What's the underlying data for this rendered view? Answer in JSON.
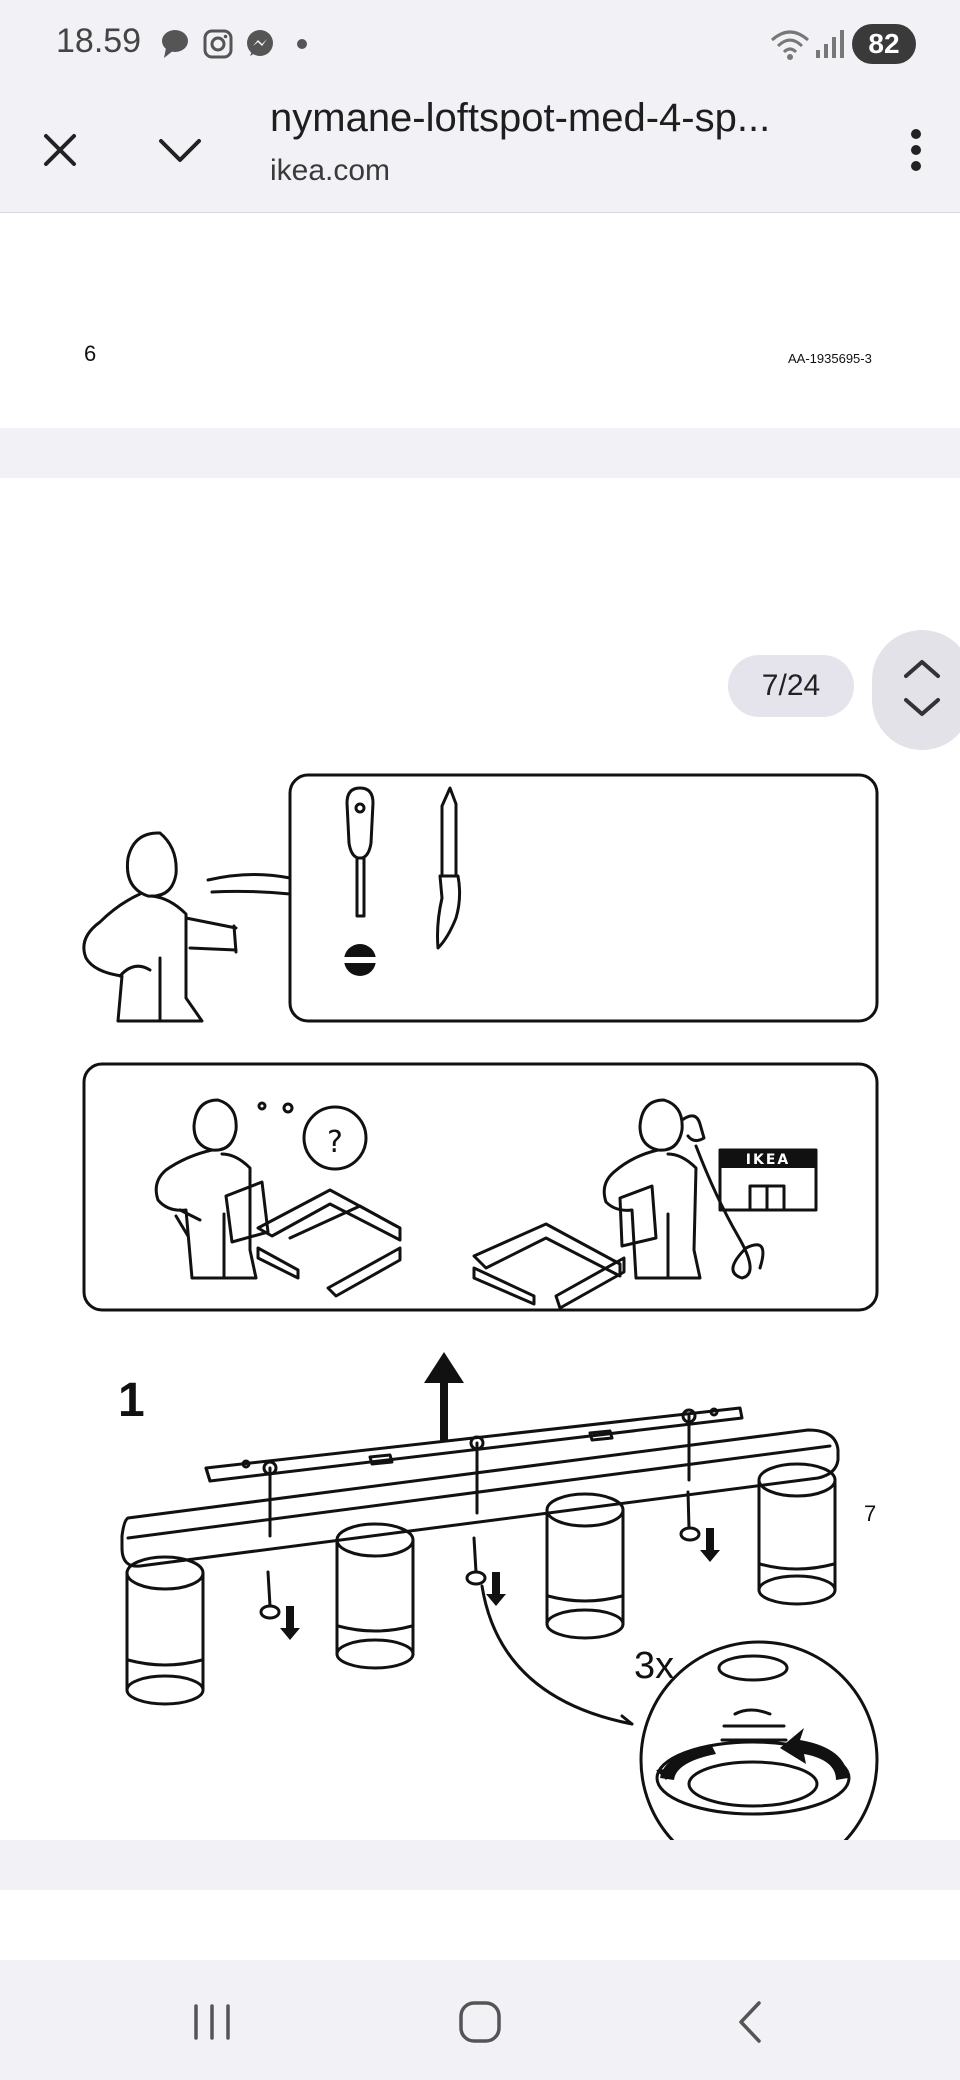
{
  "status_bar": {
    "time": "18.59",
    "battery": "82"
  },
  "browser": {
    "title": "nymane-loftspot-med-4-sp...",
    "domain": "ikea.com"
  },
  "document": {
    "previous_page_number": "6",
    "doc_code": "AA-1935695-3",
    "step_number": "1",
    "multiplier": "3x",
    "current_page_number": "7",
    "ikea_sign": "IKEA"
  },
  "viewer": {
    "page_indicator": "7/24"
  }
}
